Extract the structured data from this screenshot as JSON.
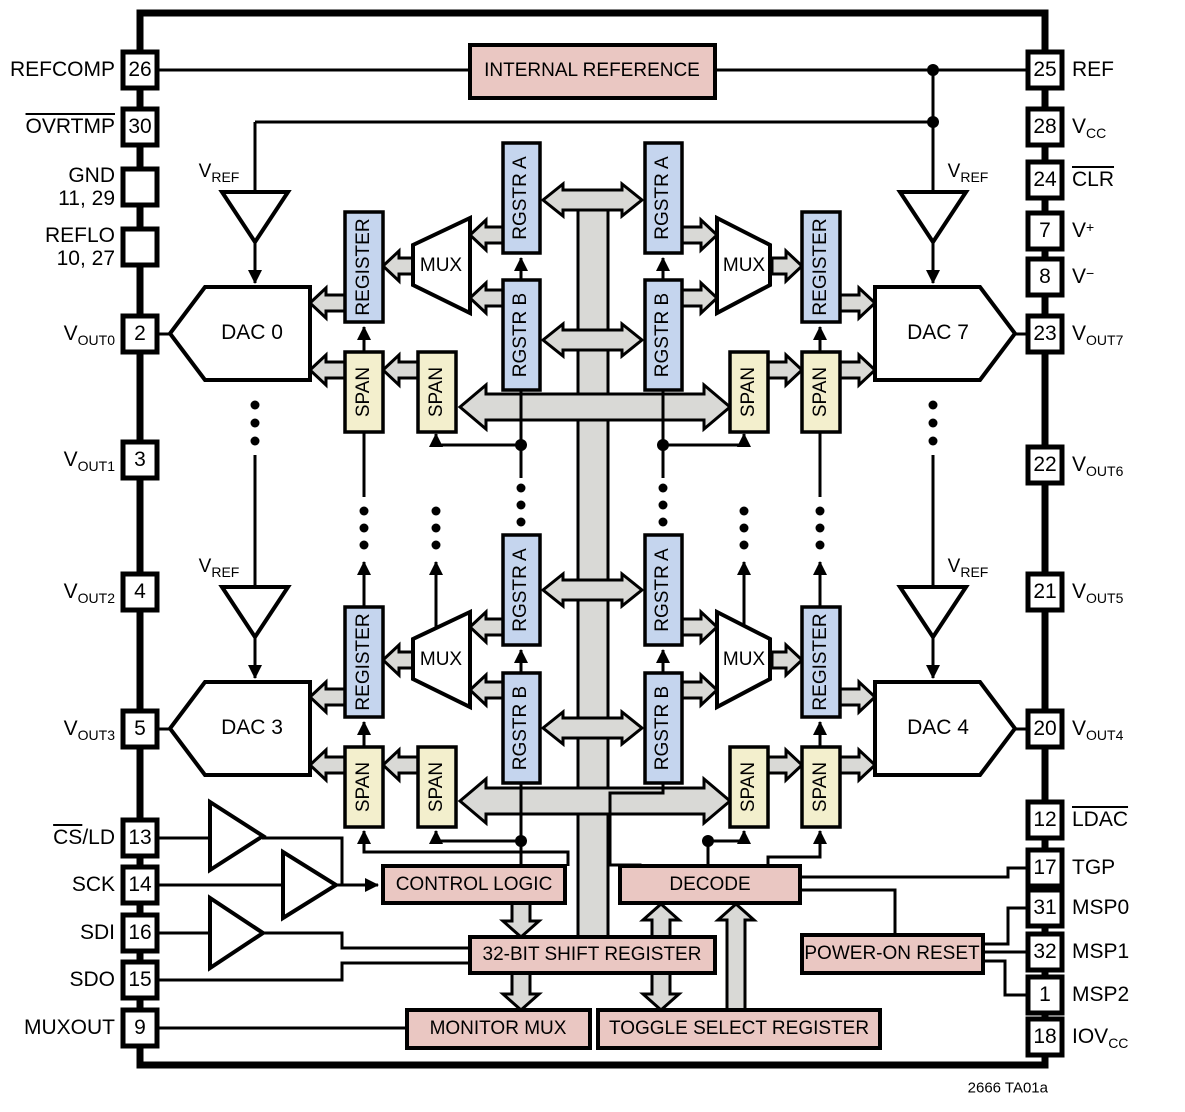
{
  "colors": {
    "pink": "#eac7c2",
    "blue": "#c5d5ee",
    "yellow": "#f3efcd",
    "gray": "#d9d9d6",
    "line": "#000000",
    "bg": "#ffffff"
  },
  "caption": "2666 TA01a",
  "blocks": {
    "internal_reference": "INTERNAL REFERENCE",
    "control_logic": "CONTROL LOGIC",
    "decode": "DECODE",
    "shift_register": "32-BIT SHIFT REGISTER",
    "power_on_reset": "POWER-ON RESET",
    "monitor_mux": "MONITOR MUX",
    "toggle_select_register": "TOGGLE SELECT REGISTER",
    "register": "REGISTER",
    "rgstr_a": "RGSTR A",
    "rgstr_b": "RGSTR B",
    "span": "SPAN",
    "mux": "MUX",
    "dac0": "DAC 0",
    "dac3": "DAC 3",
    "dac4": "DAC 4",
    "dac7": "DAC 7"
  },
  "vref": {
    "main": "V",
    "sub": "REF"
  },
  "pins_left": [
    {
      "num": "26",
      "label": "REFCOMP"
    },
    {
      "num": "30",
      "label": "OVRTMP"
    },
    {
      "num": "",
      "label": "GND",
      "label2": "11, 29"
    },
    {
      "num": "",
      "label": "REFLO",
      "label2": "10, 27"
    },
    {
      "num": "2",
      "label": "V",
      "sub": "OUT0"
    },
    {
      "num": "3",
      "label": "V",
      "sub": "OUT1"
    },
    {
      "num": "4",
      "label": "V",
      "sub": "OUT2"
    },
    {
      "num": "5",
      "label": "V",
      "sub": "OUT3"
    },
    {
      "num": "13",
      "label": "CS",
      "suffix": "/LD"
    },
    {
      "num": "14",
      "label": "SCK"
    },
    {
      "num": "16",
      "label": "SDI"
    },
    {
      "num": "15",
      "label": "SDO"
    },
    {
      "num": "9",
      "label": "MUXOUT"
    }
  ],
  "pins_right": [
    {
      "num": "25",
      "label": "REF"
    },
    {
      "num": "28",
      "label": "V",
      "sub": "CC"
    },
    {
      "num": "24",
      "label": "CLR"
    },
    {
      "num": "7",
      "label": "V",
      "sup": "+"
    },
    {
      "num": "8",
      "label": "V",
      "sup": "−"
    },
    {
      "num": "23",
      "label": "V",
      "sub": "OUT7"
    },
    {
      "num": "22",
      "label": "V",
      "sub": "OUT6"
    },
    {
      "num": "21",
      "label": "V",
      "sub": "OUT5"
    },
    {
      "num": "20",
      "label": "V",
      "sub": "OUT4"
    },
    {
      "num": "12",
      "label": "LDAC"
    },
    {
      "num": "17",
      "label": "TGP"
    },
    {
      "num": "31",
      "label": "MSP0"
    },
    {
      "num": "32",
      "label": "MSP1"
    },
    {
      "num": "1",
      "label": "MSP2"
    },
    {
      "num": "18",
      "label": "IOV",
      "sub": "CC"
    }
  ]
}
